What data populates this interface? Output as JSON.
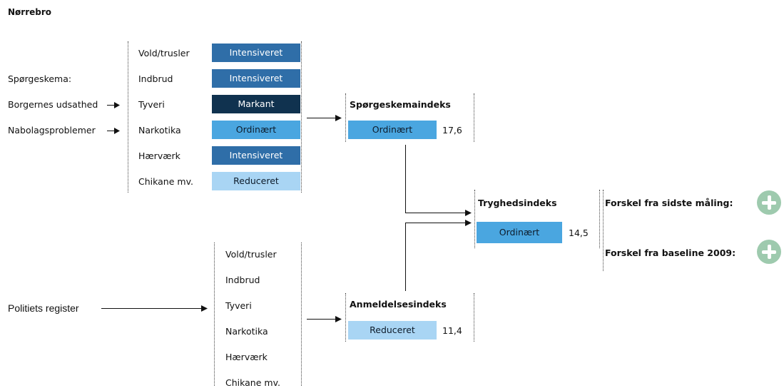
{
  "title": "Nørrebro",
  "colors": {
    "Intensiveret": "#2f6ea8",
    "Markant": "#10324f",
    "Ordinært": "#4aa6e0",
    "Reduceret": "#a9d5f4",
    "plus_circle": "#9ecaae"
  },
  "questionnaire": {
    "label": "Spørgeskema:",
    "sources": [
      "Borgernes udsathed",
      "Nabolagsproblemer"
    ]
  },
  "survey_items": [
    {
      "category": "Vold/trusler",
      "level": "Intensiveret"
    },
    {
      "category": "Indbrud",
      "level": "Intensiveret"
    },
    {
      "category": "Tyveri",
      "level": "Markant"
    },
    {
      "category": "Narkotika",
      "level": "Ordinært"
    },
    {
      "category": "Hærværk",
      "level": "Intensiveret"
    },
    {
      "category": "Chikane mv.",
      "level": "Reduceret"
    }
  ],
  "police": {
    "label": "Politiets register",
    "categories": [
      "Vold/trusler",
      "Indbrud",
      "Tyveri",
      "Narkotika",
      "Hærværk",
      "Chikane mv."
    ]
  },
  "indices": {
    "survey": {
      "title": "Spørgeskemaindeks",
      "level": "Ordinært",
      "value": "17,6"
    },
    "reports": {
      "title": "Anmeldelsesindeks",
      "level": "Reduceret",
      "value": "11,4"
    },
    "safety": {
      "title": "Tryghedsindeks",
      "level": "Ordinært",
      "value": "14,5"
    }
  },
  "differences": {
    "last": {
      "label": "Forskel fra sidste måling:",
      "icon": "plus-icon"
    },
    "baseline": {
      "label": "Forskel fra baseline 2009:",
      "icon": "plus-icon"
    }
  }
}
